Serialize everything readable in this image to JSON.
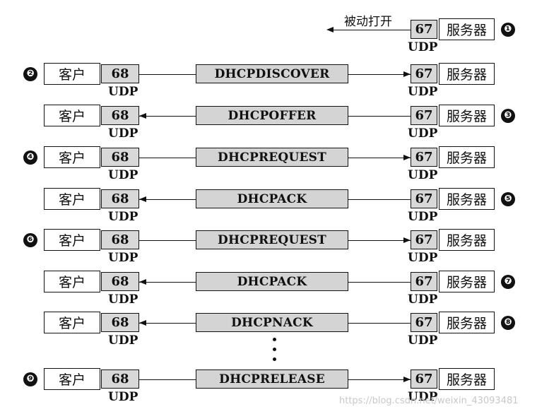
{
  "labels": {
    "client": "客户",
    "server": "服务器",
    "client_port": "68",
    "server_port": "67",
    "udp": "UDP",
    "passive_open": "被动打开"
  },
  "rows": [
    {
      "message": "",
      "direction": "none",
      "marker": "❶",
      "marker_side": "server"
    },
    {
      "message": "DHCPDISCOVER",
      "direction": "right",
      "marker": "❷",
      "marker_side": "client"
    },
    {
      "message": "DHCPOFFER",
      "direction": "left",
      "marker": "❸",
      "marker_side": "server"
    },
    {
      "message": "DHCPREQUEST",
      "direction": "right",
      "marker": "❹",
      "marker_side": "client"
    },
    {
      "message": "DHCPACK",
      "direction": "left",
      "marker": "❺",
      "marker_side": "server"
    },
    {
      "message": "DHCPREQUEST",
      "direction": "right",
      "marker": "❻",
      "marker_side": "client"
    },
    {
      "message": "DHCPACK",
      "direction": "left",
      "marker": "❼",
      "marker_side": "server"
    },
    {
      "message": "DHCPNACK",
      "direction": "left",
      "marker": "❽",
      "marker_side": "server"
    },
    {
      "message": "DHCPRELEASE",
      "direction": "right",
      "marker": "❾",
      "marker_side": "client"
    }
  ],
  "watermark": "https://blog.csdn.net/weixin_43093481"
}
